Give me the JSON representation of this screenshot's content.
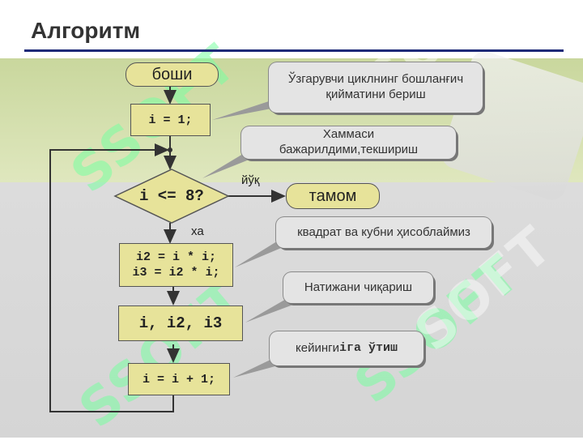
{
  "title": "Алгоритм",
  "flowchart": {
    "start": "боши",
    "init": "i = 1;",
    "condition": "i <= 8?",
    "end": "тамом",
    "calc_line1": "i2 = i * i;",
    "calc_line2": "i3 = i2 * i;",
    "output": "i, i2, i3",
    "increment": "i = i + 1;",
    "no_label": "йўқ",
    "yes_label": "ха"
  },
  "callouts": {
    "init_note": "Ўзгарувчи циклнинг бошланғич қийматини бериш",
    "check_note": "Хаммаси бажарилдими,текшириш",
    "calc_note": "квадрат ва кубни ҳисоблаймиз",
    "output_note": "Натижани чиқариш",
    "next_note_prefix": "кейинги ",
    "next_note_code": "iга ўтиш"
  },
  "watermark": "SOFT",
  "colors": {
    "title_rule": "#1e2a78",
    "node_fill": "#e7e39a",
    "green_band": "#c9d79d",
    "grey_band": "#d8d8d8"
  }
}
